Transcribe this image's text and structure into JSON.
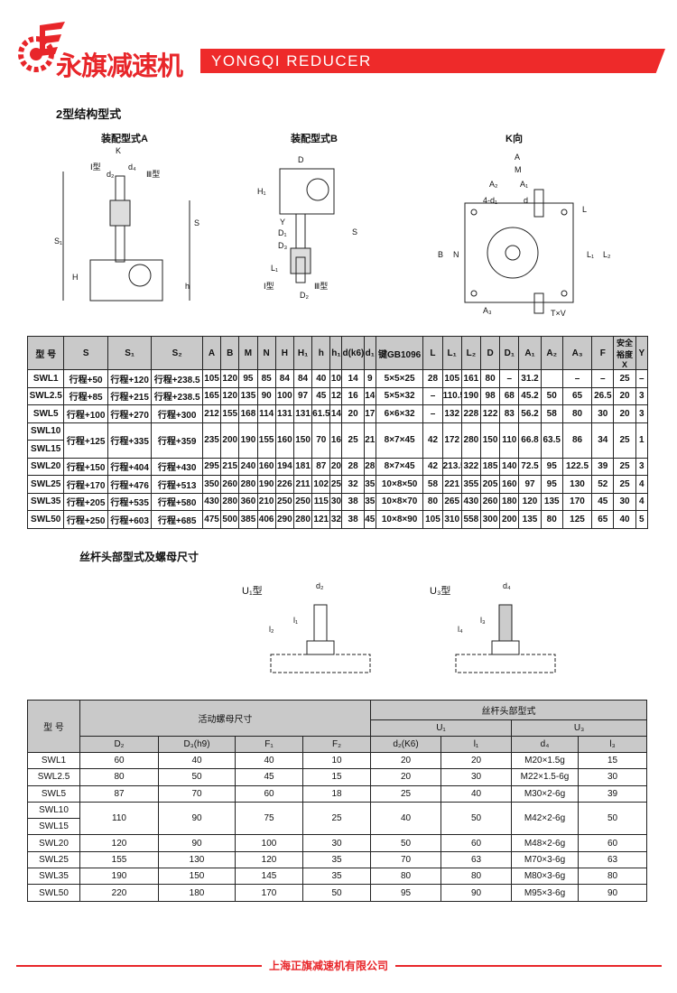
{
  "header": {
    "brand_cn": "永旗减速机",
    "brand_en": "YONGQI  REDUCER",
    "accent": "#ee2a2a"
  },
  "section1": {
    "title": "2型结构型式",
    "diagrams": [
      {
        "title": "装配型式A",
        "labels": [
          "K",
          "Ⅰ型",
          "d₂",
          "d₄",
          "Ⅲ型",
          "S₁",
          "S",
          "H",
          "h"
        ]
      },
      {
        "title": "装配型式B",
        "labels": [
          "D",
          "H₁",
          "Y",
          "D₁",
          "D₃",
          "S",
          "L₁",
          "Ⅰ型",
          "Ⅲ型",
          "D₂"
        ]
      },
      {
        "title": "K向",
        "labels": [
          "A",
          "M",
          "A₂",
          "A₁",
          "4-d₁",
          "d",
          "L",
          "B",
          "N",
          "L₁",
          "L₂",
          "A₃",
          "T×V"
        ]
      }
    ]
  },
  "table1": {
    "headers": [
      "型 号",
      "S",
      "S₁",
      "S₂",
      "A",
      "B",
      "M",
      "N",
      "H",
      "H₁",
      "h",
      "h₁",
      "d(k6)",
      "d₁",
      "键GB1096",
      "L",
      "L₁",
      "L₂",
      "D",
      "D₁",
      "A₁",
      "A₂",
      "A₃",
      "F",
      "安全裕度X",
      "Y"
    ],
    "rows": [
      {
        "model": "SWL1",
        "values": [
          "行程+50",
          "行程+120",
          "行程+238.5",
          "105",
          "120",
          "95",
          "85",
          "84",
          "84",
          "40",
          "10",
          "14",
          "9",
          "5×5×25",
          "28",
          "105",
          "161",
          "80",
          "–",
          "31.2",
          "",
          "–",
          "–",
          "25",
          "–"
        ]
      },
      {
        "model": "SWL2.5",
        "values": [
          "行程+85",
          "行程+215",
          "行程+238.5",
          "165",
          "120",
          "135",
          "90",
          "100",
          "97",
          "45",
          "12",
          "16",
          "14",
          "5×5×32",
          "–",
          "110.5",
          "190",
          "98",
          "68",
          "45.2",
          "50",
          "65",
          "26.5",
          "20",
          "3"
        ]
      },
      {
        "model": "SWL5",
        "values": [
          "行程+100",
          "行程+270",
          "行程+300",
          "212",
          "155",
          "168",
          "114",
          "131",
          "131",
          "61.5",
          "14",
          "20",
          "17",
          "6×6×32",
          "–",
          "132",
          "228",
          "122",
          "83",
          "56.2",
          "58",
          "80",
          "30",
          "20",
          "3"
        ]
      },
      {
        "model": [
          "SWL10",
          "SWL15"
        ],
        "values": [
          "行程+125",
          "行程+335",
          "行程+359",
          "235",
          "200",
          "190",
          "155",
          "160",
          "150",
          "70",
          "16",
          "25",
          "21",
          "8×7×45",
          "42",
          "172",
          "280",
          "150",
          "110",
          "66.8",
          "63.5",
          "86",
          "34",
          "25",
          "1"
        ]
      },
      {
        "model": "SWL20",
        "values": [
          "行程+150",
          "行程+404",
          "行程+430",
          "295",
          "215",
          "240",
          "160",
          "194",
          "181",
          "87",
          "20",
          "28",
          "28",
          "8×7×45",
          "42",
          "213.5",
          "322",
          "185",
          "140",
          "72.5",
          "95",
          "122.5",
          "39",
          "25",
          "3"
        ]
      },
      {
        "model": "SWL25",
        "values": [
          "行程+170",
          "行程+476",
          "行程+513",
          "350",
          "260",
          "280",
          "190",
          "226",
          "211",
          "102",
          "25",
          "32",
          "35",
          "10×8×50",
          "58",
          "221",
          "355",
          "205",
          "160",
          "97",
          "95",
          "130",
          "52",
          "25",
          "4"
        ]
      },
      {
        "model": "SWL35",
        "values": [
          "行程+205",
          "行程+535",
          "行程+580",
          "430",
          "280",
          "360",
          "210",
          "250",
          "250",
          "115",
          "30",
          "38",
          "35",
          "10×8×70",
          "80",
          "265",
          "430",
          "260",
          "180",
          "120",
          "135",
          "170",
          "45",
          "30",
          "4"
        ]
      },
      {
        "model": "SWL50",
        "values": [
          "行程+250",
          "行程+603",
          "行程+685",
          "475",
          "500",
          "385",
          "406",
          "290",
          "280",
          "121",
          "32",
          "38",
          "45",
          "10×8×90",
          "105",
          "310",
          "558",
          "300",
          "200",
          "135",
          "80",
          "125",
          "65",
          "40",
          "5"
        ]
      }
    ]
  },
  "section2": {
    "title": "丝杆头部型式及螺母尺寸",
    "u1": {
      "title": "U₁型",
      "labels": [
        "d₂",
        "l₁",
        "l₂"
      ]
    },
    "u3": {
      "title": "U₃型",
      "labels": [
        "d₄",
        "l₃",
        "l₄"
      ]
    }
  },
  "table2": {
    "model_header": "型 号",
    "nut_header": "活动螺母尺寸",
    "head_header": "丝杆头部型式",
    "u1": "U₁",
    "u3": "U₃",
    "sub_headers": [
      "D₂",
      "D₃(h9)",
      "F₁",
      "F₂",
      "d₂(K6)",
      "l₁",
      "d₄",
      "l₃"
    ],
    "rows": [
      {
        "model": "SWL1",
        "values": [
          "60",
          "40",
          "40",
          "10",
          "20",
          "20",
          "M20×1.5g",
          "15"
        ]
      },
      {
        "model": "SWL2.5",
        "values": [
          "80",
          "50",
          "45",
          "15",
          "20",
          "30",
          "M22×1.5-6g",
          "30"
        ]
      },
      {
        "model": "SWL5",
        "values": [
          "87",
          "70",
          "60",
          "18",
          "25",
          "40",
          "M30×2-6g",
          "39"
        ]
      },
      {
        "model": [
          "SWL10",
          "SWL15"
        ],
        "values": [
          "110",
          "90",
          "75",
          "25",
          "40",
          "50",
          "M42×2-6g",
          "50"
        ]
      },
      {
        "model": "SWL20",
        "values": [
          "120",
          "90",
          "100",
          "30",
          "50",
          "60",
          "M48×2-6g",
          "60"
        ]
      },
      {
        "model": "SWL25",
        "values": [
          "155",
          "130",
          "120",
          "35",
          "70",
          "63",
          "M70×3-6g",
          "63"
        ]
      },
      {
        "model": "SWL35",
        "values": [
          "190",
          "150",
          "145",
          "35",
          "80",
          "80",
          "M80×3-6g",
          "80"
        ]
      },
      {
        "model": "SWL50",
        "values": [
          "220",
          "180",
          "170",
          "50",
          "95",
          "90",
          "M95×3-6g",
          "90"
        ]
      }
    ]
  },
  "footer": {
    "company": "上海正旗减速机有限公司"
  }
}
